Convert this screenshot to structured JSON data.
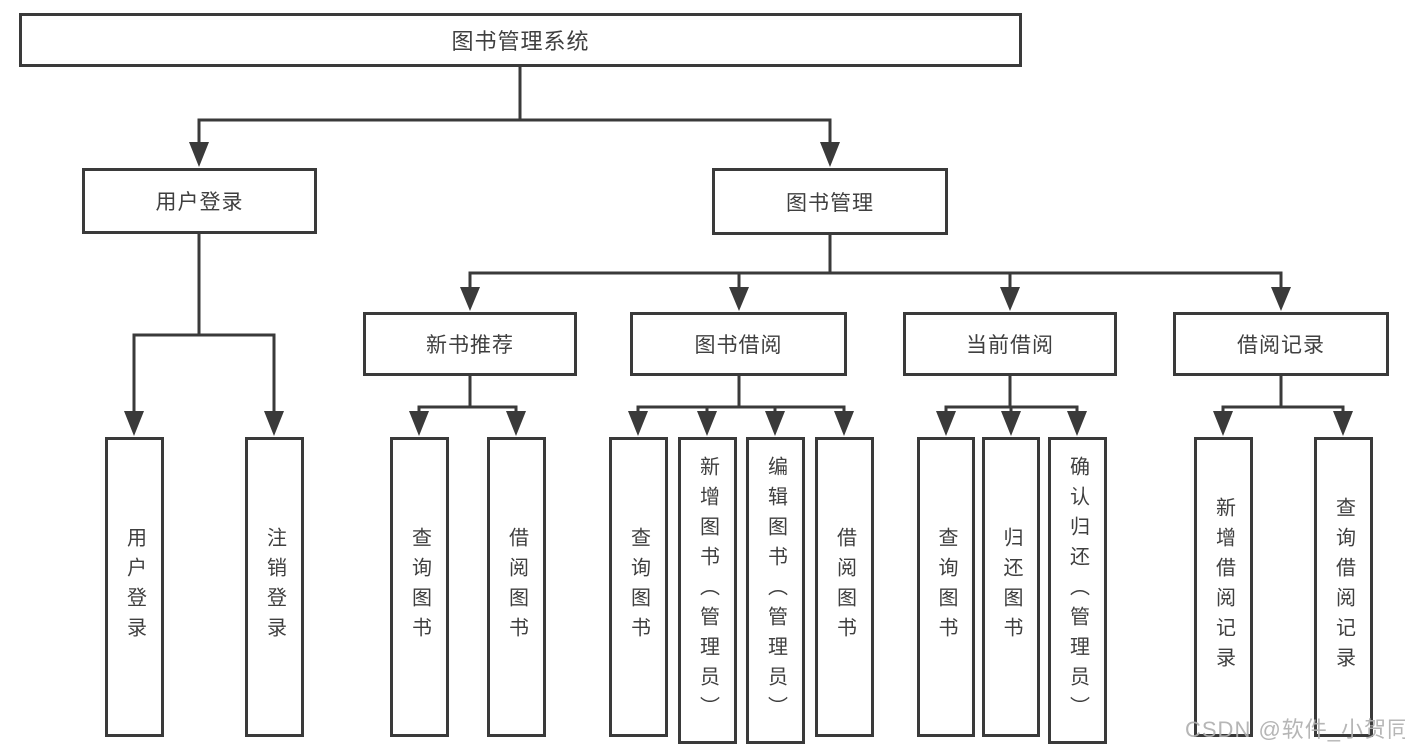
{
  "diagram": {
    "type": "hierarchy-tree",
    "colors": {
      "line": "#3a3a3a",
      "border": "#3a3a3a",
      "text": "#3f3f3f",
      "background": "#ffffff",
      "watermark": "#b0b0b0"
    },
    "watermark": "CSDN @软件_小贺同学",
    "nodes": {
      "root": {
        "label": "图书管理系统"
      },
      "branches": [
        {
          "label": "用户登录"
        },
        {
          "label": "图书管理"
        }
      ],
      "modules": [
        {
          "label": "新书推荐",
          "parent": "图书管理"
        },
        {
          "label": "图书借阅",
          "parent": "图书管理"
        },
        {
          "label": "当前借阅",
          "parent": "图书管理"
        },
        {
          "label": "借阅记录",
          "parent": "图书管理"
        }
      ],
      "leaves": [
        {
          "label": "用户登录",
          "parent": "用户登录"
        },
        {
          "label": "注销登录",
          "parent": "用户登录"
        },
        {
          "label": "查询图书",
          "parent": "新书推荐"
        },
        {
          "label": "借阅图书",
          "parent": "新书推荐"
        },
        {
          "label": "查询图书",
          "parent": "图书借阅"
        },
        {
          "label": "新增图书（管理员）",
          "parent": "图书借阅"
        },
        {
          "label": "编辑图书（管理员）",
          "parent": "图书借阅"
        },
        {
          "label": "借阅图书",
          "parent": "图书借阅"
        },
        {
          "label": "查询图书",
          "parent": "当前借阅"
        },
        {
          "label": "归还图书",
          "parent": "当前借阅"
        },
        {
          "label": "确认归还（管理员）",
          "parent": "当前借阅"
        },
        {
          "label": "新增借阅记录",
          "parent": "借阅记录"
        },
        {
          "label": "查询借阅记录",
          "parent": "借阅记录"
        }
      ]
    }
  }
}
